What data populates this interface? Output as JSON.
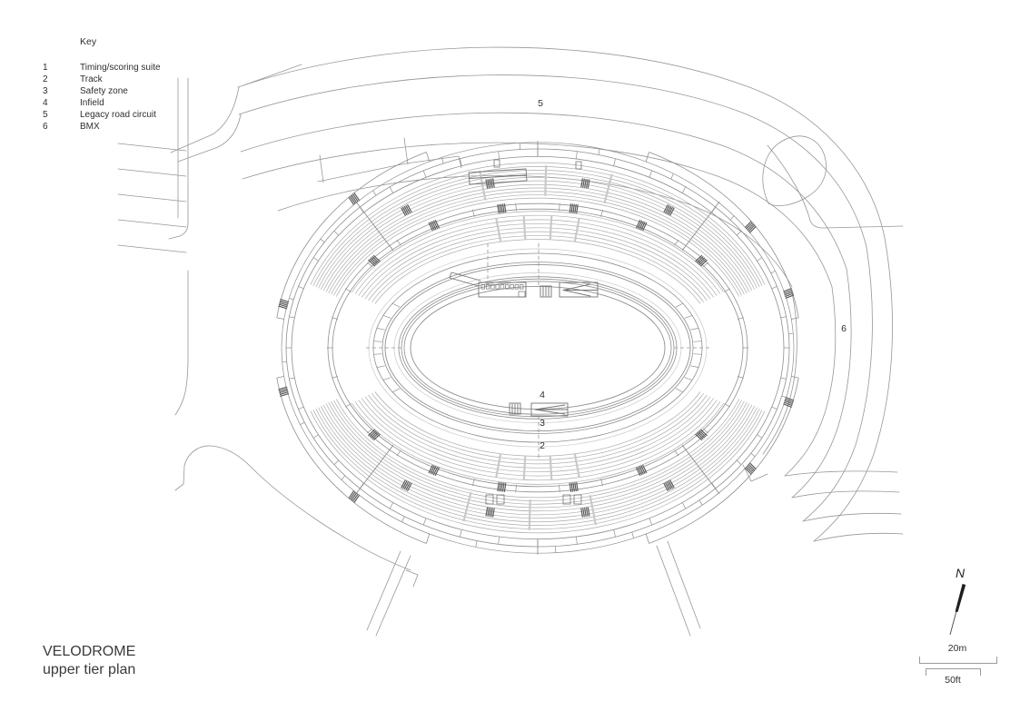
{
  "key": {
    "title": "Key",
    "items": [
      {
        "num": "1",
        "label": "Timing/scoring suite"
      },
      {
        "num": "2",
        "label": "Track"
      },
      {
        "num": "3",
        "label": "Safety zone"
      },
      {
        "num": "4",
        "label": "Infield"
      },
      {
        "num": "5",
        "label": "Legacy road circuit"
      },
      {
        "num": "6",
        "label": "BMX"
      }
    ]
  },
  "plan_labels": [
    {
      "text": "5",
      "name": "legacy-road-circuit"
    },
    {
      "text": "6",
      "name": "bmx"
    },
    {
      "text": "4",
      "name": "infield"
    },
    {
      "text": "3",
      "name": "safety-zone"
    },
    {
      "text": "2",
      "name": "track"
    }
  ],
  "title": {
    "line1": "VELODROME",
    "line2": "upper tier plan"
  },
  "north": {
    "label": "N"
  },
  "scale": {
    "metric": "20m",
    "imperial": "50ft"
  },
  "colors": {
    "road": "#979797",
    "ring": "#8f8f8f",
    "row": "#acacac",
    "light": "#c9c9c9",
    "dark": "#757575",
    "hatch": "#5c5c5c",
    "text": "#2e2e2e",
    "north_arrow": "#1e1e1e"
  }
}
